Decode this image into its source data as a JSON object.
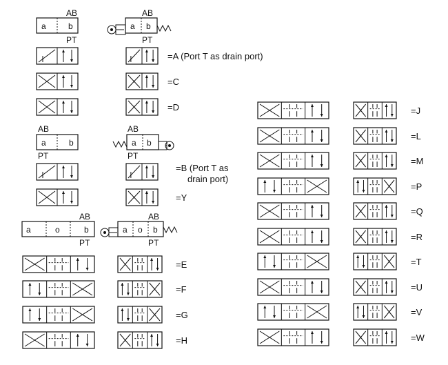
{
  "ports": {
    "ab": "AB",
    "pt": "PT",
    "a": "A",
    "b": "B",
    "p": "P",
    "t": "T"
  },
  "positions": {
    "a": "a",
    "b": "b",
    "o": "o"
  },
  "left_labels": [
    "=A (Port T as drain port)",
    "=C",
    "=D",
    "=B (Port T as",
    "drain port)",
    "=Y",
    "=E",
    "=F",
    "=G",
    "=H"
  ],
  "right_labels": [
    "=J",
    "=L",
    "=M",
    "=P",
    "=Q",
    "=R",
    "=T",
    "=U",
    "=V",
    "=W"
  ],
  "icons": {
    "solenoid": "solenoid-circle-icon",
    "spring": "spring-icon"
  }
}
